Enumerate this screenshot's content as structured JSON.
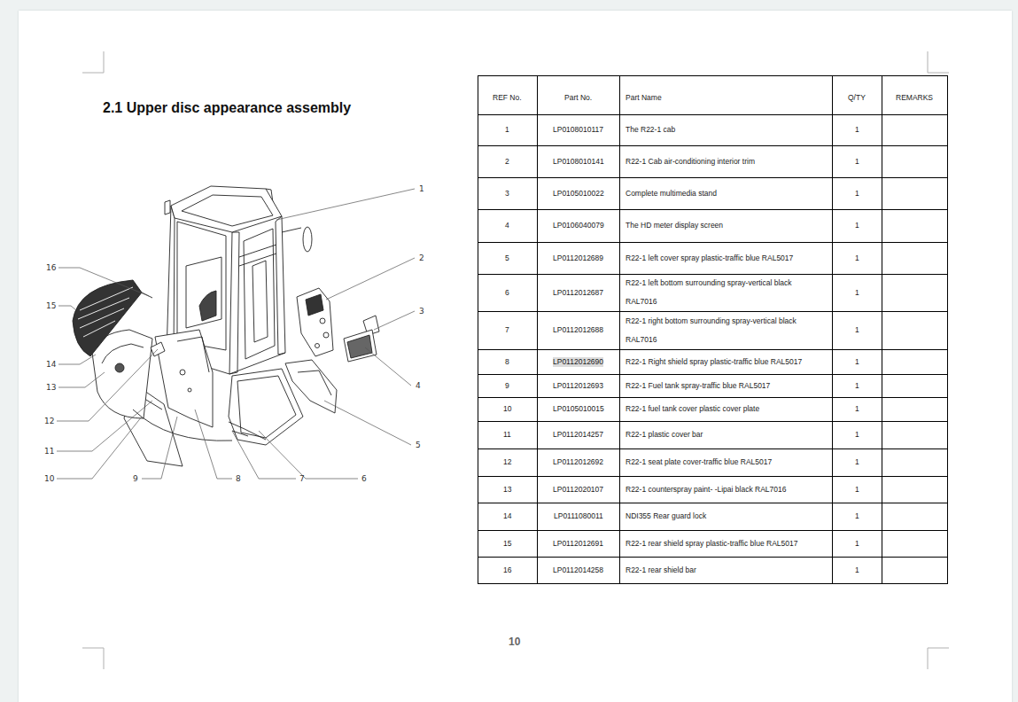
{
  "diagram": {
    "title": "2.1 Upper disc appearance assembly",
    "labels": [
      "1",
      "2",
      "3",
      "4",
      "5",
      "6",
      "7",
      "8",
      "9",
      "10",
      "11",
      "12",
      "13",
      "14",
      "15",
      "16",
      "REF No.",
      "Part No.",
      "Part Name",
      "Q/TY",
      "REMARKS",
      "1",
      "LP0108010117",
      "The R22-1 cab",
      "1",
      "2",
      "LP0108010141",
      "R22-1 Cab air-conditioning interior trim",
      "1",
      "3",
      "LP0105010022",
      "Complete multimedia stand",
      "1",
      "4",
      "LP0106040079",
      "The HD meter display screen",
      "1",
      "5",
      "LP0112012689",
      "R22-1 left cover spray plastic-traffic blue RAL5017",
      "1",
      "6",
      "LP0112012687",
      "R22-1 left bottom surrounding spray-vertical black RAL7016",
      "1",
      "7",
      "LP0112012688",
      "R22-1 right bottom surrounding spray-vertical black RAL7016",
      "1",
      "8",
      "LP0112012690",
      "R22-1 Right shield spray plastic-traffic blue RAL5017",
      "1",
      "9",
      "LP0112012693",
      "R22-1 Fuel tank spray-traffic blue RAL5017",
      "1",
      "10",
      "LP0105010015",
      "R22-1 fuel tank cover plastic cover plate",
      "1",
      "11",
      "LP0112014257",
      "R22-1 plastic cover bar",
      "1",
      "12",
      "LP0112012692",
      "R22-1 seat plate cover-traffic blue RAL5017",
      "1",
      "13",
      "LP0112020107",
      "R22-1 counterspray paint- -Lipai black RAL7016",
      "1",
      "14",
      "LP0111080011",
      "NDI355 Rear guard lock",
      "1",
      "15",
      "LP0112012691",
      "R22-1 rear shield spray plastic-traffic blue RAL5017",
      "1",
      "16",
      "LP0112014258",
      "R22-1 rear shield bar",
      "1",
      "10"
    ]
  }
}
